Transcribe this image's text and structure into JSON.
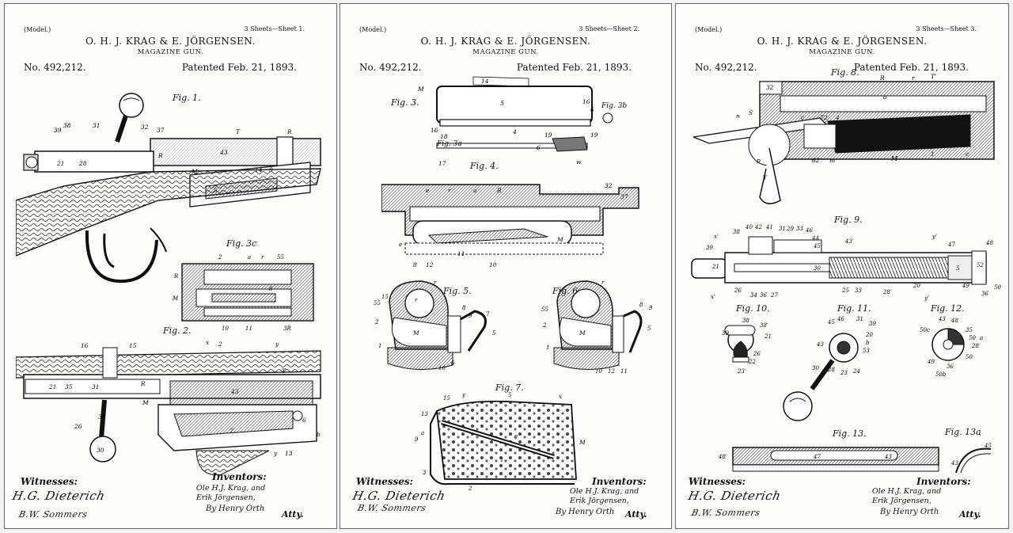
{
  "sheets": [
    {
      "model": "(Model.)",
      "sheets_count": "3 Sheets—Sheet 1.",
      "inventor_names": "O. H. J. KRAG & E. JÖRGENSEN.",
      "subject": "MAGAZINE GUN.",
      "patent_no": "No. 492,212.",
      "patent_date": "Patented Feb. 21, 1893.",
      "figures": [
        "Fig. 1.",
        "Fig. 3c",
        "Fig. 2."
      ],
      "witnesses_label": "Witnesses:",
      "witness_signatures": [
        "H.G. Dieterich",
        "B.W. Sommers"
      ],
      "inventors_label": "Inventors:",
      "inventors_line": [
        "Ole H.J. Krag, and",
        "Erik Jörgensen,"
      ],
      "attorney_by": "By Henry Orth",
      "attorney_label": "Atty."
    },
    {
      "model": "(Model.)",
      "sheets_count": "3 Sheets—Sheet 2.",
      "inventor_names": "O. H. J. KRAG & E. JÖRGENSEN.",
      "subject": "MAGAZINE GUN.",
      "patent_no": "No. 492,212.",
      "patent_date": "Patented Feb. 21, 1893.",
      "figures": [
        "Fig. 3.",
        "Fig. 3a",
        "Fig. 3b",
        "Fig. 4.",
        "Fig. 5.",
        "Fig. 6.",
        "Fig. 7."
      ],
      "witnesses_label": "Witnesses:",
      "witness_signatures": [
        "H.G. Dieterich",
        "B.W. Sommers"
      ],
      "inventors_label": "Inventors:",
      "inventors_line": [
        "Ole H.J. Krag, and",
        "Erik Jörgensen,"
      ],
      "attorney_by": "By Henry Orth",
      "attorney_label": "Atty."
    },
    {
      "model": "(Model.)",
      "sheets_count": "3 Sheets—Sheet 3.",
      "inventor_names": "O. H. J. KRAG & E. JÖRGENSEN.",
      "subject": "MAGAZINE GUN.",
      "patent_no": "No. 492,212.",
      "patent_date": "Patented Feb. 21, 1893.",
      "figures": [
        "Fig. 8.",
        "Fig. 9.",
        "Fig. 10.",
        "Fig. 11.",
        "Fig. 12.",
        "Fig. 13.",
        "Fig. 13a"
      ],
      "witnesses_label": "Witnesses:",
      "witness_signatures": [
        "H.G. Dieterich",
        "B.W. Sommers"
      ],
      "inventors_label": "Inventors:",
      "inventors_line": [
        "Ole H.J. Krag, and",
        "Erik Jörgensen,"
      ],
      "attorney_by": "By Henry Orth",
      "attorney_label": "Atty."
    }
  ]
}
